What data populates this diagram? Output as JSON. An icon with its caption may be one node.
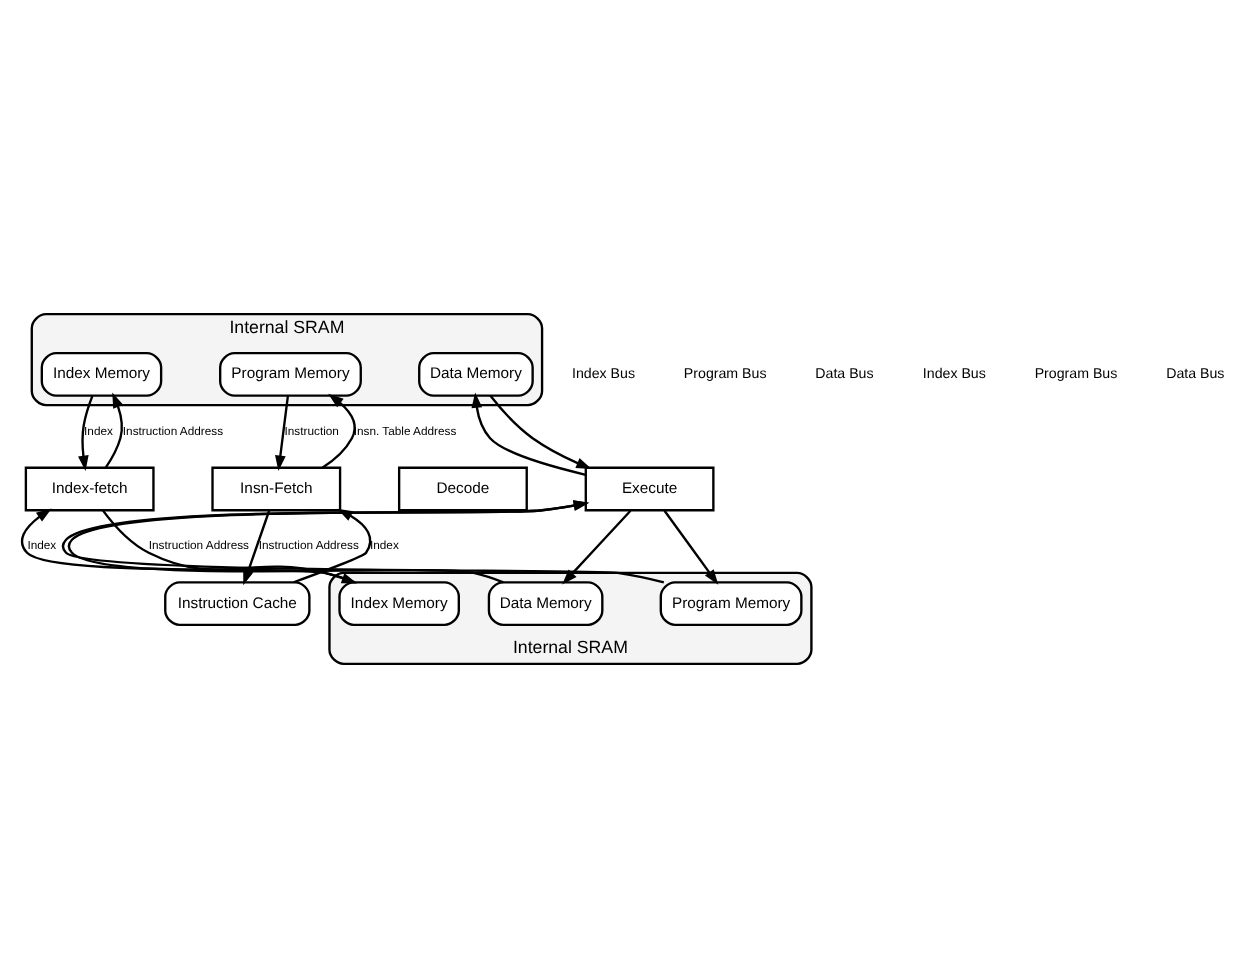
{
  "diagram": {
    "nodes": [
      {
        "text": [
          "Internal SRAM"
        ]
      },
      {
        "text": [
          "Index Memory"
        ],
        "in": 0
      },
      {
        "text": [
          "Program Memory"
        ],
        "in": 0
      },
      {
        "text": [
          "Data Memory"
        ],
        "in": 0
      },
      {
        "text": [
          "Index-fetch"
        ]
      },
      {
        "text": [
          "Insn-Fetch"
        ]
      },
      {
        "text": [
          "Decode"
        ]
      },
      {
        "text": [
          "Execute"
        ]
      },
      {
        "text": [
          "Instruction Cache"
        ]
      },
      {
        "text": [
          "Internal SRAM"
        ]
      },
      {
        "text": [
          "Index Memory"
        ],
        "in": 9
      },
      {
        "text": [
          "Program Memory"
        ],
        "in": 9
      },
      {
        "text": [
          "Data Memory"
        ],
        "in": 9
      }
    ],
    "edges": [
      {
        "from": 4,
        "to": 1,
        "arrow": "to",
        "label": "Instruction Address"
      },
      {
        "from": 1,
        "to": 4,
        "arrow": "to",
        "label": "Index"
      },
      {
        "from": 5,
        "to": 2,
        "arrow": "to",
        "label": "Insn. Table Address"
      },
      {
        "from": 2,
        "to": 5,
        "arrow": "to",
        "label": "Instruction"
      },
      {
        "from": 7,
        "to": 3,
        "arrow": "to"
      },
      {
        "from": 3,
        "to": 7,
        "arrow": "to"
      },
      {
        "from": 4,
        "to": 10,
        "arrow": "to",
        "label": "Instruction Address"
      },
      {
        "from": 10,
        "to": 4,
        "arrow": "to",
        "label": "Index"
      },
      {
        "from": 5,
        "to": 8,
        "arrow": "to",
        "label": "Instruction Address"
      },
      {
        "from": 8,
        "to": 5,
        "arrow": "to",
        "label": "Index"
      },
      {
        "from": 7,
        "to": 11,
        "arrow": "to"
      },
      {
        "from": 11,
        "to": 7,
        "arrow": "to"
      },
      {
        "from": 7,
        "to": 12,
        "arrow": "to"
      },
      {
        "from": 12,
        "to": 7,
        "arrow": "to"
      }
    ],
    "labels": [
      "Index Bus",
      "Program Bus",
      "Data Bus",
      "Index Bus",
      "Program Bus",
      "Data Bus"
    ]
  }
}
